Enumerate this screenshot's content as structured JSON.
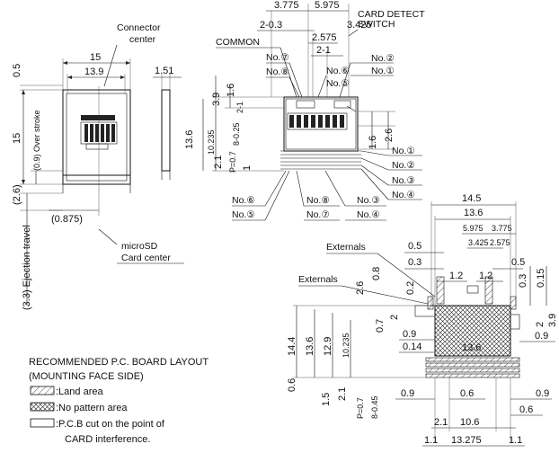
{
  "top_view": {
    "connector_center": [
      "Connector",
      "center"
    ],
    "width_outer": "15",
    "width_inner": "13.9",
    "side_thickness": "1.51",
    "left_top": "0.5",
    "left_height": "15",
    "over_stroke": "(0.9) Over stroke",
    "offset_26": "(2.6)",
    "offset_0875": "(0.875)",
    "ejection": "(3.3) Ejection travel",
    "microsd_center": [
      "microSD",
      "Card center"
    ]
  },
  "front_view": {
    "top_3775": "3.775",
    "top_5975": "5.975",
    "top_2_03": "2-0.3",
    "top_3425": "3.425",
    "top_2575": "2.575",
    "top_2_1": "2-1",
    "card_detect": [
      "CARD DETECT",
      "SWITCH"
    ],
    "common": "COMMON",
    "dim_39": "3.9",
    "dim_16": "1.6",
    "dim_136": "13.6",
    "dim_10235": "10.235",
    "dim_8_025": "8-0.25",
    "dim_21": "2.1",
    "dim_p07": "P=0.7",
    "dim_1": "1",
    "dim_16b": "1.6",
    "dim_26": "2.6",
    "pins_top_left": [
      "No.⑦",
      "No.⑧"
    ],
    "pins_top_mid": [
      "No.⑥",
      "No.⑤"
    ],
    "pins_top_right": [
      "No.②",
      "No.①"
    ],
    "pins_right": [
      "No.①",
      "No.②",
      "No.③",
      "No.④"
    ],
    "pins_bottom_left": [
      "No.⑥",
      "No.⑤"
    ],
    "pins_bottom_mid": [
      "No.⑧",
      "No.⑦"
    ],
    "pins_bottom_right": [
      "No.③",
      "No.④"
    ]
  },
  "pcb_layout": {
    "w_145": "14.5",
    "w_136": "13.6",
    "w_5975": "5.975",
    "w_3775": "3.775",
    "w_3425": "3.425",
    "w_2575": "2.575",
    "externals_1": "Externals",
    "externals_2": "Externals",
    "d_05a": "0.5",
    "d_03a": "0.3",
    "d_12a": "1.2",
    "d_12b": "1.2",
    "d_05b": "0.5",
    "d_03b": "0.3",
    "d_015": "0.15",
    "d_26": "2.6",
    "d_08": "0.8",
    "d_02": "0.2",
    "d_07": "0.7",
    "d_09a": "0.9",
    "d_014": "0.14",
    "d_2a": "2",
    "d_2b": "2",
    "d_39": "3.9",
    "d_09b": "0.9",
    "center_136": "13.6",
    "v_144": "14.4",
    "v_136": "13.6",
    "v_129": "12.9",
    "v_10235": "10.235",
    "v_06": "0.6",
    "v_15": "1.5",
    "v_21": "2.1",
    "v_p07": "P=0.7",
    "v_8_045": "8-0.45",
    "b_09a": "0.9",
    "b_06a": "0.6",
    "b_09b": "0.9",
    "b_06b": "0.6",
    "b_21": "2.1",
    "b_106": "10.6",
    "b_11a": "1.1",
    "b_13275": "13.275",
    "b_11b": "1.1"
  },
  "legend": {
    "title_1": "RECOMMENDED P.C. BOARD LAYOUT",
    "title_2": "(MOUNTING FACE SIDE)",
    "land": ":Land area",
    "no_pattern": ":No pattern area",
    "pcb_cut_1": ":P.C.B cut on the point of",
    "pcb_cut_2": "CARD interference."
  }
}
